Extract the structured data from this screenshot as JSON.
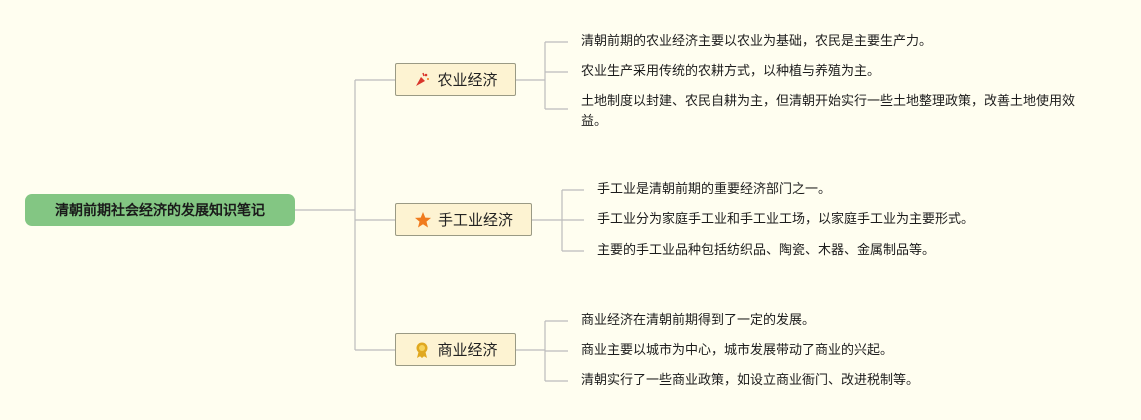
{
  "root": {
    "label": "清朝前期社会经济的发展知识笔记"
  },
  "branches": [
    {
      "label": "农业经济",
      "icon": "party-popper-icon",
      "items": [
        "清朝前期的农业经济主要以农业为基础，农民是主要生产力。",
        "农业生产采用传统的农耕方式，以种植与养殖为主。",
        "土地制度以封建、农民自耕为主，但清朝开始实行一些土地整理政策，改善土地使用效益。"
      ]
    },
    {
      "label": "手工业经济",
      "icon": "star-icon",
      "items": [
        "手工业是清朝前期的重要经济部门之一。",
        "手工业分为家庭手工业和手工业工场，以家庭手工业为主要形式。",
        "主要的手工业品种包括纺织品、陶瓷、木器、金属制品等。"
      ]
    },
    {
      "label": "商业经济",
      "icon": "award-medal-icon",
      "items": [
        "商业经济在清朝前期得到了一定的发展。",
        "商业主要以城市为中心，城市发展带动了商业的兴起。",
        "清朝实行了一些商业政策，如设立商业衙门、改进税制等。"
      ]
    }
  ],
  "colors": {
    "background": "#fffef0",
    "root_fill": "#83c683",
    "branch_fill": "#fdf3d2",
    "branch_border": "#9a9a84",
    "connector": "#bcbcbc",
    "icon_red": "#d9352b",
    "icon_orange": "#f07b1e",
    "icon_gold": "#e0a820"
  }
}
